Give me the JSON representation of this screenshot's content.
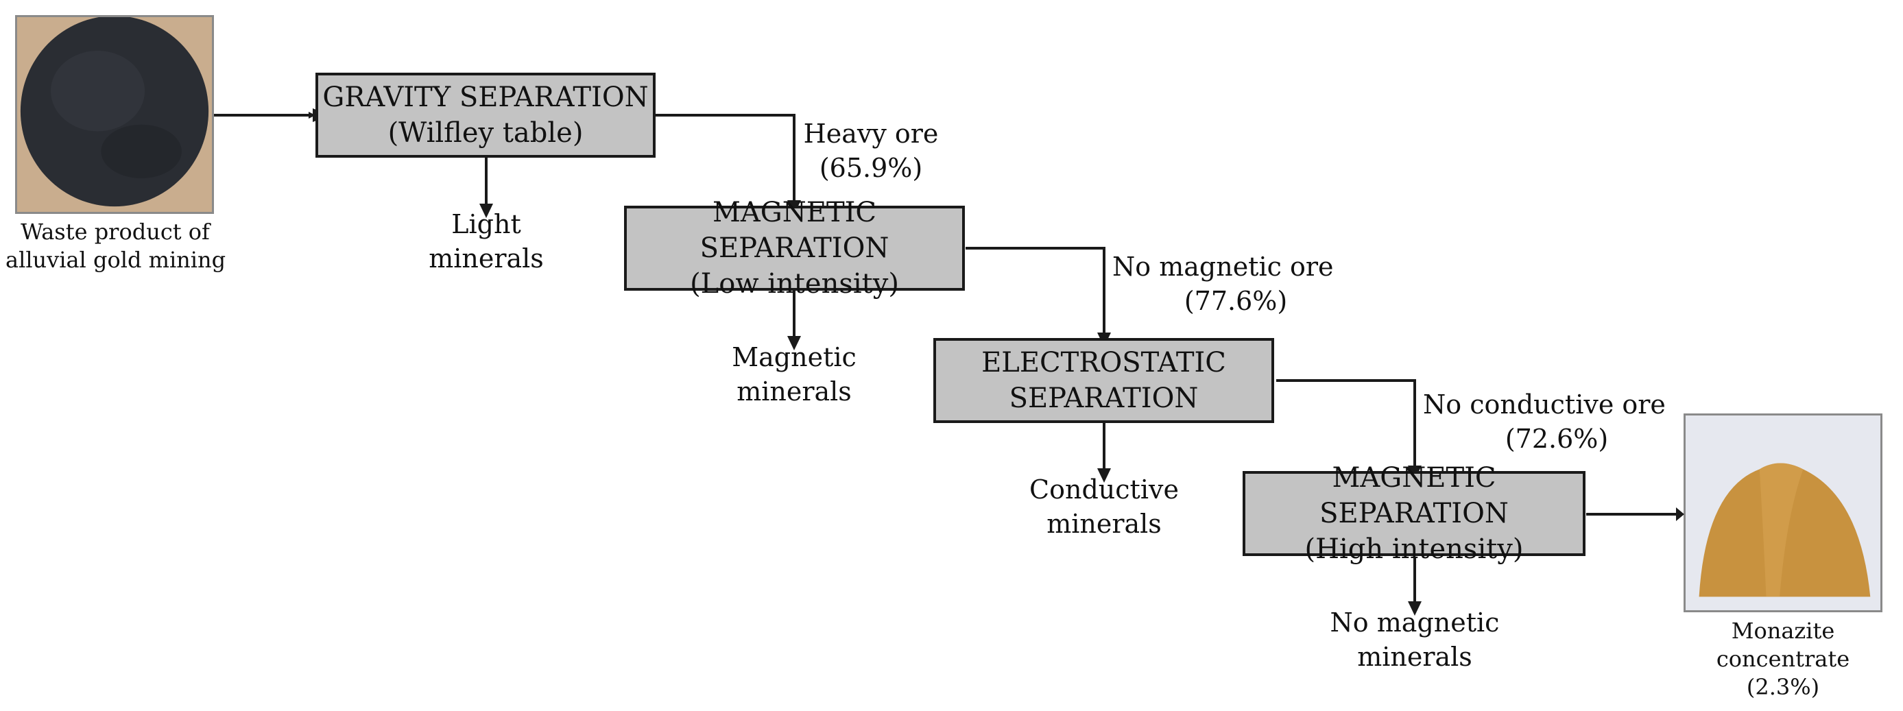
{
  "feed": {
    "caption_line1": "Waste product of",
    "caption_line2": "alluvial gold mining",
    "color": "#2a2d33"
  },
  "product": {
    "caption_line1": "Monazite",
    "caption_line2": "concentrate",
    "caption_line3": "(2.3%)",
    "color": "#c8923f"
  },
  "steps": [
    {
      "line1": "GRAVITY SEPARATION",
      "line2": "(Wilfley table)",
      "reject_line1": "Light",
      "reject_line2": "minerals",
      "pass_line1": "Heavy ore",
      "pass_line2": "(65.9%)"
    },
    {
      "line1": "MAGNETIC SEPARATION",
      "line2": "(Low intensity)",
      "reject_line1": "Magnetic",
      "reject_line2": "minerals",
      "pass_line1": "No magnetic ore",
      "pass_line2": "(77.6%)"
    },
    {
      "line1": "ELECTROSTATIC",
      "line2": "SEPARATION",
      "reject_line1": "Conductive",
      "reject_line2": "minerals",
      "pass_line1": "No conductive ore",
      "pass_line2": "(72.6%)"
    },
    {
      "line1": "MAGNETIC SEPARATION",
      "line2": "(High intensity)",
      "reject_line1": "No magnetic",
      "reject_line2": "minerals"
    }
  ],
  "colors": {
    "box_fill": "#c3c3c3",
    "line": "#1a1a1a"
  }
}
